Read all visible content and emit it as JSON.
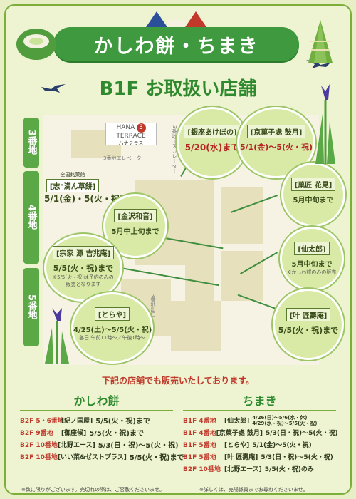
{
  "header": {
    "title": "かしわ餅・ちまき",
    "subtitle": "B1F お取扱い店舗"
  },
  "floors": [
    "3番地",
    "4番地",
    "5番地"
  ],
  "map": {
    "hana_label": "HANA",
    "hana_number": "3",
    "terrace_label": "TERRACE",
    "terrace_sub": "ハナテラス",
    "elevator_label": "3番地エレベーター",
    "escalator_label": "3番地エスカレーター",
    "station_gate": "3番地出口"
  },
  "shops": [
    {
      "name": "[志\"満ん草餅]",
      "sub": "全国銘菓館",
      "date": "5/1(金)・5(火・祝)"
    },
    {
      "name": "[銀座あけぼの]",
      "date": "5/20(水)まで"
    },
    {
      "name": "[京菓子處 鼓月]",
      "date": "5/1(金)〜5(火・祝)"
    },
    {
      "name": "[菓匠 花見]",
      "date": "5月中旬まで"
    },
    {
      "name": "[金沢和音]",
      "date": "5月中上旬まで"
    },
    {
      "name": "[宗家 源 吉兆庵]",
      "date": "5/5(火・祝)まで",
      "note": "※5/5(火・祝)は予約のみの販売となります"
    },
    {
      "name": "[仙太郎]",
      "date": "5月中旬まで",
      "note": "※かしわ餅のみの販売"
    },
    {
      "name": "[とらや]",
      "date": "4/25(土)〜5/5(火・祝)",
      "note": "各日 午前11時〜／午後1時〜"
    },
    {
      "name": "[叶 匠壽庵]",
      "date": "5/5(火・祝)まで"
    }
  ],
  "bottom": {
    "heading": "下記の店舗でも販売いたしております。",
    "kashiwa": {
      "title": "かしわ餅",
      "rows": [
        {
          "floor": "B2F 5・6番地",
          "shop": "[紀ノ国屋]",
          "when": "5/5(火・祝)まで"
        },
        {
          "floor": "B2F 9番地",
          "shop": "[御座候]",
          "when": "5/5(火・祝)まで"
        },
        {
          "floor": "B2F 10番地",
          "shop": "[北野エース]",
          "when": "5/3(日・祝)〜5(火・祝)"
        },
        {
          "floor": "B2F 10番地",
          "shop": "[いい菜&ゼストプラス]",
          "when": "5/5(火・祝)まで"
        }
      ]
    },
    "chimaki": {
      "title": "ちまき",
      "rows": [
        {
          "floor": "B1F 4番地",
          "shop": "[仙太郎]",
          "when": "4/26(日)〜5/6(水・休) 4/29(水・祝)〜5/5(火・祝)"
        },
        {
          "floor": "B1F 4番地",
          "shop": "[京菓子處 鼓月]",
          "when": "5/3(日・祝)〜5(火・祝)"
        },
        {
          "floor": "B1F 5番地",
          "shop": "[とらや]",
          "when": "5/1(金)〜5(火・祝)"
        },
        {
          "floor": "B1F 5番地",
          "shop": "[叶 匠壽庵]",
          "when": "5/3(日・祝)〜5(火・祝)"
        },
        {
          "floor": "B2F 10番地",
          "shop": "[北野エース]",
          "when": "5/5(火・祝)のみ"
        }
      ]
    }
  },
  "footnotes": {
    "left": "※数に限りがございます。売切れの際は、ご容赦くださいませ。",
    "right": "※詳しくは、売場係員までお尋ねくださいませ。"
  },
  "colors": {
    "accent_green": "#3f9a3f",
    "date_red": "#b52222",
    "bg": "#e8efc6"
  }
}
